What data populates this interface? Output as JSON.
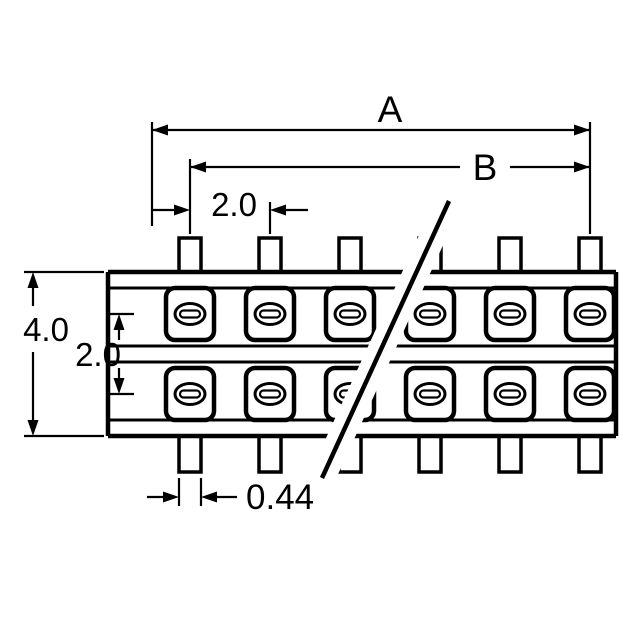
{
  "drawing": {
    "type": "connector-dimensional-side-view",
    "rows": 2,
    "visible_positions": 6,
    "line_color": "#000000",
    "background_color": "#ffffff",
    "labels": {
      "dim_overall": "A",
      "dim_span": "B",
      "dim_pitch": "2.0",
      "dim_height": "4.0",
      "dim_row_spacing": "2.0",
      "dim_pin_width": "0.44"
    }
  }
}
